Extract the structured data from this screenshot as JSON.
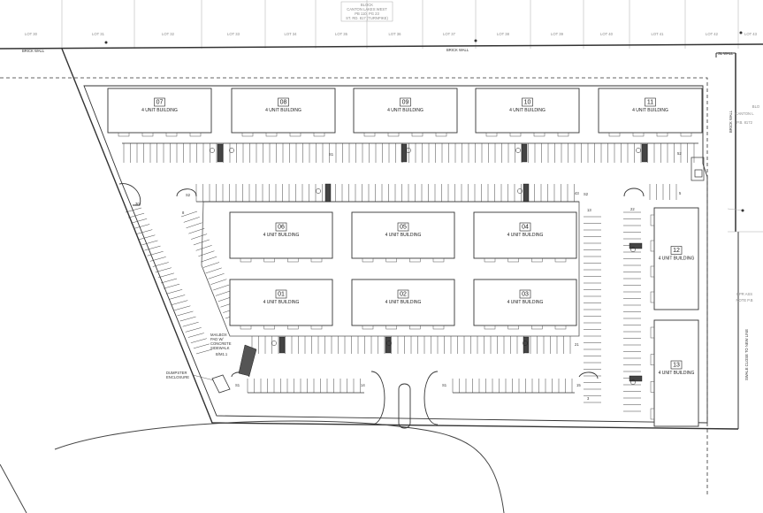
{
  "lots": [
    "LOT 30",
    "LOT 31",
    "LOT 32",
    "LOT 33",
    "LOT 34",
    "LOT 35",
    "LOT 36",
    "LOT 37",
    "LOT 38",
    "LOT 39",
    "LOT 40",
    "LOT 41",
    "LOT 42",
    "LOT 43"
  ],
  "header_block": [
    "BLOCK",
    "CANTON LAKES WEST",
    "PB 110, PG 23",
    "ST. RD. 817 (TURNPIKE)"
  ],
  "right_note": [
    "BLO",
    "CANTON L",
    "P.B. 8172"
  ],
  "right_note2": [
    "CPR ASS",
    "NOTE P.B"
  ],
  "brick_wall_label": "BRICK WALL",
  "building_type": "4 UNIT BUILDING",
  "buildings": [
    "07",
    "08",
    "09",
    "10",
    "11",
    "06",
    "05",
    "04",
    "01",
    "02",
    "03",
    "12",
    "13"
  ],
  "stall_counts": {
    "c30": "30",
    "c8": "8",
    "c52": "52",
    "c43": "43",
    "c13": "13",
    "c22": "22",
    "c5": "5",
    "c21": "21",
    "c14": "14",
    "c15": "15",
    "c3": "3",
    "c61": "61"
  },
  "signs": [
    "S1",
    "S1",
    "S1",
    "S2",
    "S2"
  ],
  "labels": {
    "dumpster": [
      "DUMPSTER",
      "ENCLOSURE"
    ],
    "mailbox": [
      "MAILBOX",
      "PAD W/",
      "CONCRETE",
      "SIDEWALK"
    ],
    "mail_id": "B/M1.1",
    "side_wall": "BRICK WALL",
    "right_edge": "SWALE CLOSE TO NEW LINE",
    "wall_tag": "SL WALL"
  }
}
